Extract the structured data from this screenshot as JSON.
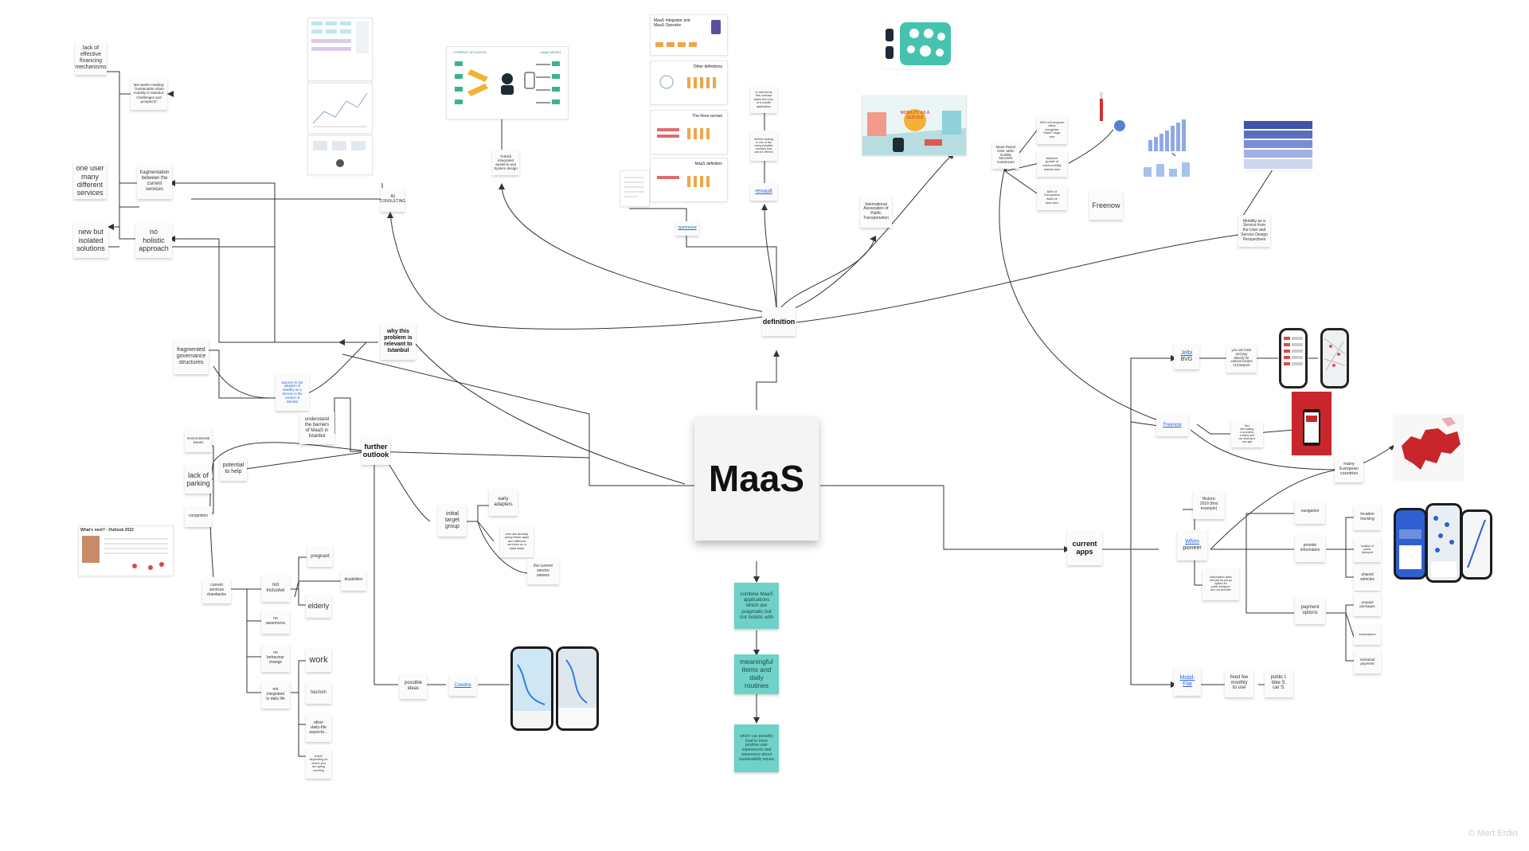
{
  "central": "MaaS",
  "definition": {
    "root": "definition",
    "all_consulting": "All\nCONSULTING",
    "turkish_systems": "Turkish\nintegrated\nSystems and\nSystem design",
    "openmove": "openmove",
    "renault": "renault",
    "renault_desc_1": "In real terms\nthis concept\ntakes the form\nof a mobile\napplication",
    "renault_desc_2": "Vehicle sharing\nis one of the\nmany possible\nservices that\ncan be offered",
    "iapt": "International\nAssociation of\nPublic\nTransportation",
    "maas_from_user": "Mobility as a\nService from\nthe User and\nService Design\nPerspectives",
    "maas_report": "MaaS Report\n2022: Multi-\nmobility\nbecomes\nmainstream",
    "report_fact_1": "90% of European\ncities\nrecognise\nMaaS' huge\nrole",
    "report_fact_2": "Massive\ngrowth of\nmulti-mobility\nmarket size",
    "report_fact_3": "68% of\nEuropeans\nwish for\nless cars",
    "freenow_label": "Freenow"
  },
  "why": {
    "root": "why this\nproblem is\nrelevant to\nIstanbul",
    "lack_financing": "lack of\neffective\nfinancing\nmechanisms",
    "sust_urban": "last weeks reading:\n\"Sustainable urban\nmobility in Istanbul:\nChallenges and\nprospects\"",
    "fragmentation": "fragmentation\nbetween the\ncurrent\nservices",
    "one_user": "one user\nmany\ndifferent\nservices",
    "no_holistic": "no\nholistic\napproach",
    "new_isolated": "new but\nisolated\nsolutions",
    "fragmented_gov": "fragmented\ngovernance\nstructures",
    "barriers": "Barriers to the\nadoption of\nMobility as a\nService in the\ncontext of\nIstanbul",
    "understand": "understand\nthe barriers\nof MaaS in\nIstanbul"
  },
  "further": {
    "root": "further\noutlook",
    "environmental": "environmental\nissues",
    "lack_parking": "lack of\nparking",
    "potential": "potential\nto help",
    "congestion": "congestion",
    "whats_next": "What's next? - Outlook 2022",
    "initial_target": "initial\ntarget\ngroup",
    "early_adapters": "early\nadapters",
    "who_already": "who are already\nusing these apps\nand different\nservices on a\ndaily basis",
    "current_owners": "the current\nservice\nowners",
    "drawbacks": "current\nservices\ndrawbacks",
    "not_inclusive": "not\ninclusive",
    "pregnant": "pregnant",
    "disabilities": "disabilities",
    "elderly": "elderly",
    "no_awareness": "no\nawareness",
    "no_behaviour": "no\nbehaviour\nchange",
    "not_integrated": "not\nintegrated\nto daily life",
    "work": "work",
    "tourism": "tourism",
    "other_daily": "other\ndaily-life\naspects...",
    "travel_depending": "travel\ndepending on\nwhere you\nare going\nmeeting",
    "possible_ideas": "possible\nideas",
    "cowline": "Cowline"
  },
  "center_column": {
    "combine": "combine MaaS\napplications\nwhich are\npragmatic but\nnot holistic with",
    "meaningful": "meaningful\nitems and\ndaily\nroutines",
    "lead": "which can possibly\nlead to more\npositive user\nexperiences and\nawareness about\nsustainability issues"
  },
  "apps": {
    "root": "current\napps",
    "jelbi_link": "Jelbi",
    "jelbi_sub": "BVG",
    "jelbi_desc": "you can book\nand pay\ndirectly for\nvarious means\nof transport",
    "freenow_link": "Freenow",
    "freenow_desc": "Taxi,\nride-hailing,\ne-scooters,\ne-bikes and\ncar sharing in\none app",
    "many_countries": "many\nEuropean\ncountries",
    "historic": "Historic\n2016 (first\nexample)",
    "whim_link": "Whim",
    "whim_sub": "pioneer",
    "whim_desc": "Subscription plans\nand pay-as-you-go\noptions for\npublic transport,\ntaxi, car and bike",
    "navigation": "navigation",
    "provide_info": "provide\ninformation",
    "location_tracking": "location\ntracking",
    "info_public": "location of\npublic\ntransport",
    "shared_vehicles": "shared\nvehicles",
    "payment": "payment\noptions",
    "prepaid": "prepaid\npackages",
    "subscription": "subscription",
    "individual": "individual\npayment",
    "mobil_flat": "Mobil-\nFlat",
    "fixed_fee": "fixed fee\nmonthly\nto use",
    "public_t": "public t.\nbike S.\ncar S."
  },
  "thumb_text": {
    "integrator": "MaaS Integrator and\nMaaS Operator",
    "other_defs": "Other definitions",
    "three_arrows": "The three arrows",
    "maas_definition": "MaaS definition",
    "current_situation": "CURRENT SITUATION",
    "maas_model": "MaaS MODEL",
    "mobility_service": "MOBILITY AS A SERVICE"
  },
  "copyright": "© Mert Erdin",
  "colors": {
    "teal": "#6fd1c8",
    "link": "#2b64d8",
    "line": "#333333",
    "map_red": "#c9262c"
  }
}
